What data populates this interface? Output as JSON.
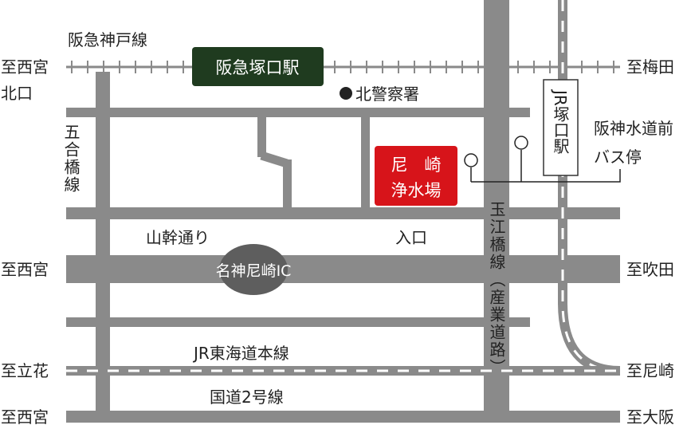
{
  "map": {
    "colors": {
      "road": "#8a8a8a",
      "rail": "#8a8a8a",
      "rail_tie": "#8a8a8a",
      "highlight_station": "#1f3b1f",
      "destination": "#d7141a",
      "ic_marker": "#5e5e5e",
      "text": "#222222"
    },
    "railways": {
      "hankyu_name": "阪急神戸線",
      "hankyu_station": "阪急塚口駅",
      "jr_vertical_station": "JR塚口駅",
      "jr_tokaido": "JR東海道本線"
    },
    "roads": {
      "sankan": "山幹通り",
      "kokudo2": "国道2号線",
      "gogobashi": "五合橋線",
      "tamaebashi": "玉江橋線（産業道路）"
    },
    "landmarks": {
      "police": "北警察署",
      "bus_stop": "阪神水道前バス停",
      "ic": "名神尼崎IC",
      "destination_line1": "尼　崎",
      "destination_line2": "浄水場",
      "entrance": "入口"
    },
    "directions": {
      "left_hankyu_1": "至西宮",
      "left_hankyu_2": "北口",
      "right_hankyu": "至梅田",
      "left_sankan": "至西宮",
      "right_sankan": "至吹田",
      "left_jr": "至立花",
      "right_jr": "至尼崎",
      "left_bottom": "至西宮",
      "right_bottom": "至大阪"
    }
  }
}
